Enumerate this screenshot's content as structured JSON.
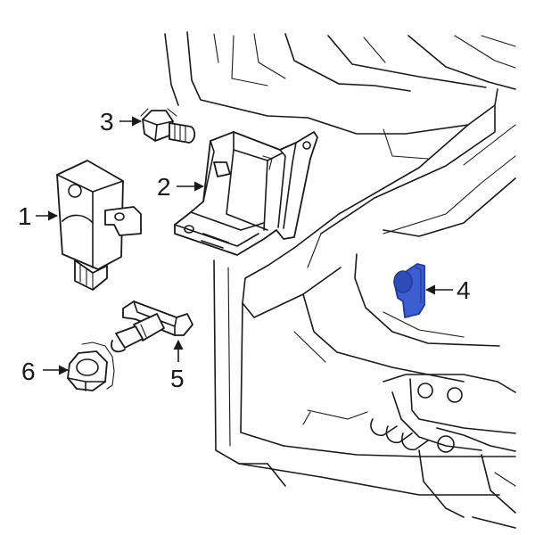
{
  "callouts": [
    {
      "id": "1",
      "label": "1"
    },
    {
      "id": "2",
      "label": "2"
    },
    {
      "id": "3",
      "label": "3"
    },
    {
      "id": "4",
      "label": "4"
    },
    {
      "id": "5",
      "label": "5"
    },
    {
      "id": "6",
      "label": "6"
    }
  ],
  "colors": {
    "line": "#1a1a1a",
    "background": "#ffffff",
    "highlight_fill": "#3b5fd1",
    "highlight_stroke": "#1f3aa0"
  },
  "highlighted_part": "4"
}
